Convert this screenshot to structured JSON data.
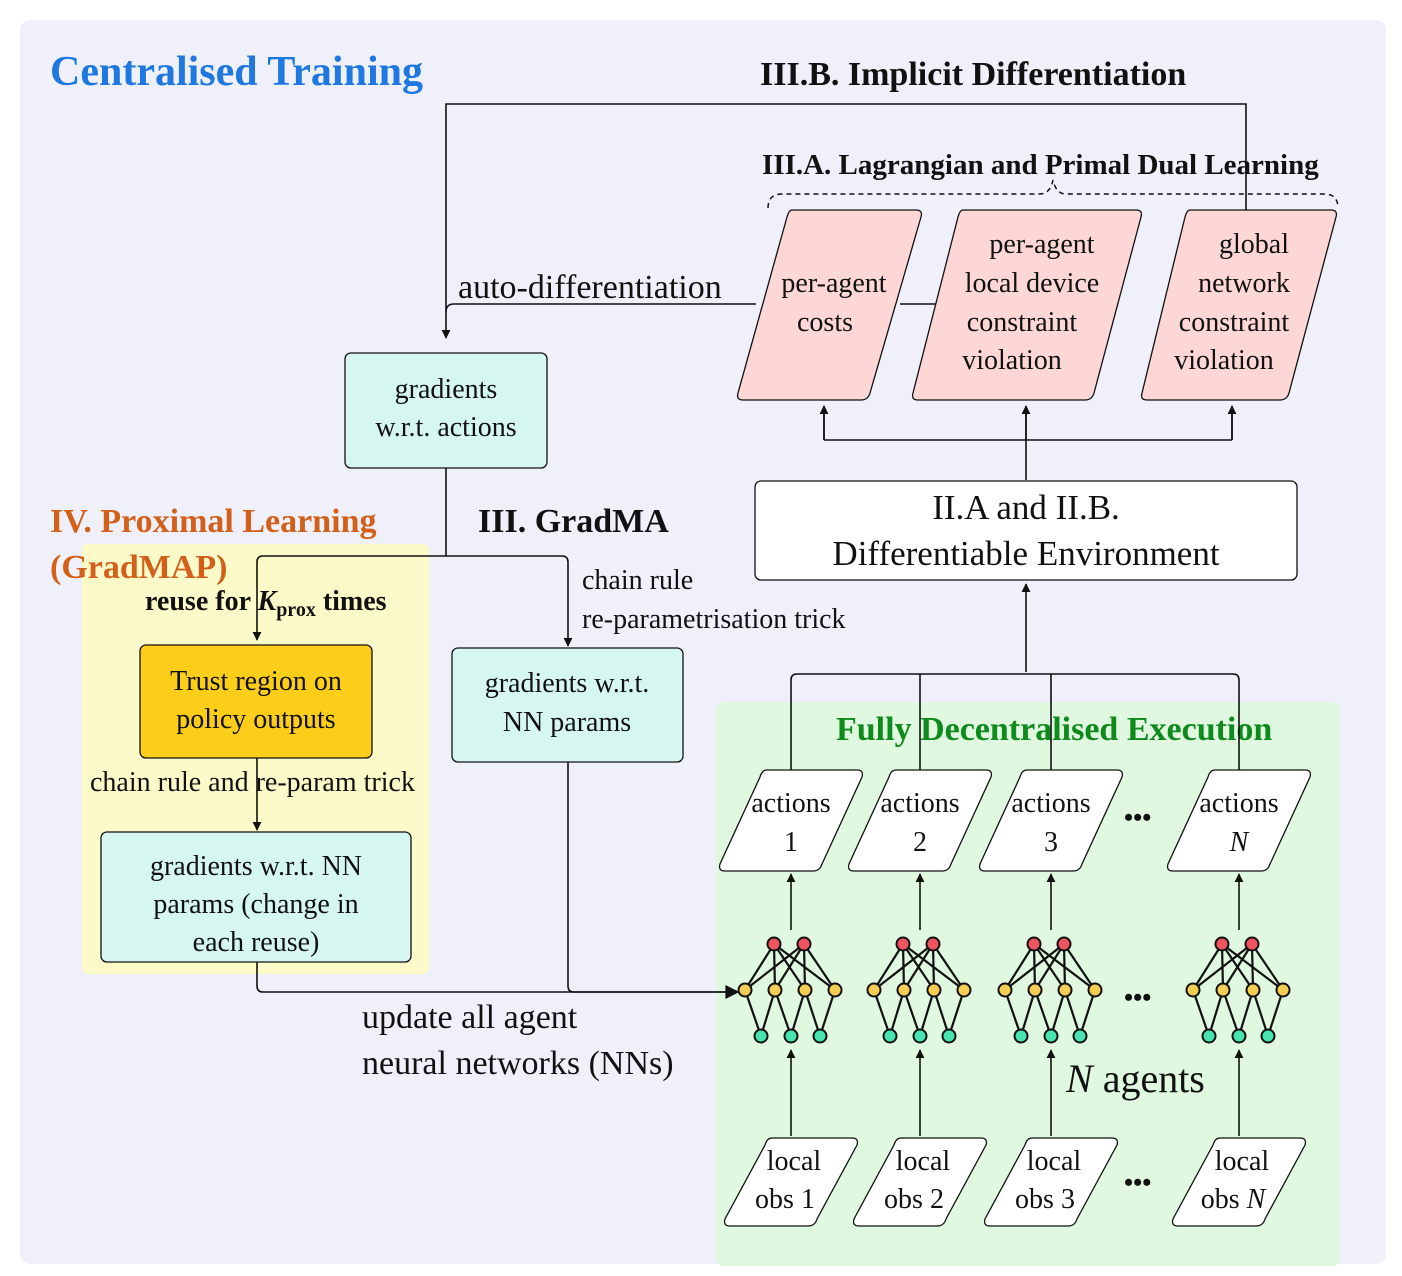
{
  "colors": {
    "outer_bg": "#f0f0fb",
    "blue_title": "#1f78e0",
    "orange_title": "#d2601a",
    "green_title": "#0f8a1c",
    "proximal_bg": "#fcfac8",
    "execution_bg": "#e0f8e0",
    "teal_box": "#d6f7f1",
    "pink_box": "#fdd6d6",
    "gold_box": "#fccd19",
    "node_red": "#ef5561",
    "node_yellow": "#f5cd55",
    "node_teal": "#46e4ae"
  },
  "titles": {
    "centralised": "Centralised Training",
    "implicit": "III.B. Implicit Differentiation",
    "lagrangian": "III.A. Lagrangian and Primal Dual Learning",
    "proximal_1": "IV. Proximal Learning",
    "proximal_2": "(GradMAP)",
    "gradma": "III. GradMA",
    "execution": "Fully Decentralised Execution"
  },
  "labels": {
    "auto_diff": "auto-differentiation",
    "chain_rule_1": "chain rule",
    "chain_rule_2": "re-parametrisation trick",
    "reuse_pre": "reuse for ",
    "reuse_k": "K",
    "reuse_sub": "prox",
    "reuse_post": " times",
    "chain_reparam": "chain rule and re-param trick",
    "update_1": "update all agent",
    "update_2": "neural networks (NNs)",
    "n_agents_n": "N",
    "n_agents_rest": " agents",
    "ellipsis": "•••"
  },
  "boxes": {
    "grad_actions": [
      "gradients",
      "w.r.t. actions"
    ],
    "grad_nn": [
      "gradients w.r.t.",
      "NN params"
    ],
    "trust_region": [
      "Trust region on",
      "policy outputs"
    ],
    "grad_nn_reuse": [
      "gradients w.r.t. NN",
      "params (change in",
      "each reuse)"
    ],
    "environment": [
      "II.A and II.B.",
      "Differentiable Environment"
    ],
    "per_agent_costs": [
      "per-agent",
      "costs"
    ],
    "local_violation": [
      "per-agent",
      "local device",
      "constraint",
      "violation"
    ],
    "global_violation": [
      "global",
      "network",
      "constraint",
      "violation"
    ]
  },
  "agents": [
    {
      "action_word": "actions",
      "action_id": "1",
      "obs_word": "local",
      "obs_prefix": "obs ",
      "obs_id": "1"
    },
    {
      "action_word": "actions",
      "action_id": "2",
      "obs_word": "local",
      "obs_prefix": "obs ",
      "obs_id": "2"
    },
    {
      "action_word": "actions",
      "action_id": "3",
      "obs_word": "local",
      "obs_prefix": "obs ",
      "obs_id": "3"
    },
    {
      "action_word": "actions",
      "action_id": "N",
      "obs_word": "local",
      "obs_prefix": "obs ",
      "obs_id": "N"
    }
  ]
}
